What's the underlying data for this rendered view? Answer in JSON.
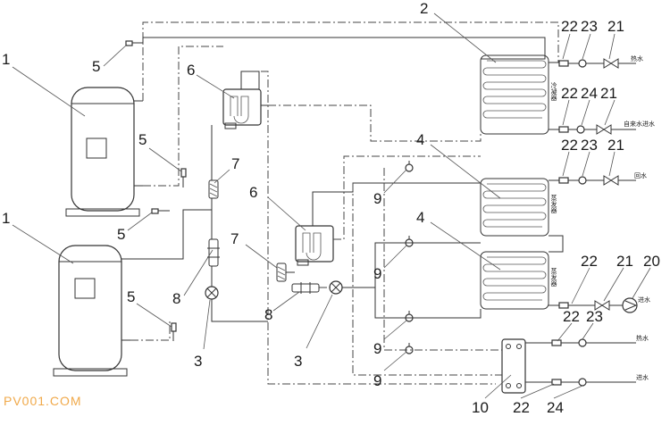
{
  "watermark": "PV001.COM",
  "labels": {
    "l1a": "1",
    "l1b": "1",
    "l2": "2",
    "l3a": "3",
    "l3b": "3",
    "l4a": "4",
    "l4b": "4",
    "l5a": "5",
    "l5b": "5",
    "l5c": "5",
    "l5d": "5",
    "l6a": "6",
    "l6b": "6",
    "l7a": "7",
    "l7b": "7",
    "l8a": "8",
    "l8b": "8",
    "l9a": "9",
    "l9b": "9",
    "l9c": "9",
    "l9d": "9",
    "l10": "10",
    "r1_22": "22",
    "r1_23": "23",
    "r1_21": "21",
    "r2_22": "22",
    "r2_24": "24",
    "r2_21": "21",
    "r3_22": "22",
    "r3_23": "23",
    "r3_21": "21",
    "r4_22": "22",
    "r4_21": "21",
    "r4_20": "20",
    "r5_22": "22",
    "r5_23": "23",
    "b_22": "22",
    "b_24": "24"
  },
  "coil_text": {
    "condenser": "冷凝器",
    "evaporator1": "蒸发器",
    "evaporator2": "蒸发器"
  },
  "pipe_text": {
    "t1": "热水",
    "t2": "自来水进水",
    "t3": "回水",
    "t4": "进水",
    "t5": "热水",
    "t6": "进水"
  }
}
